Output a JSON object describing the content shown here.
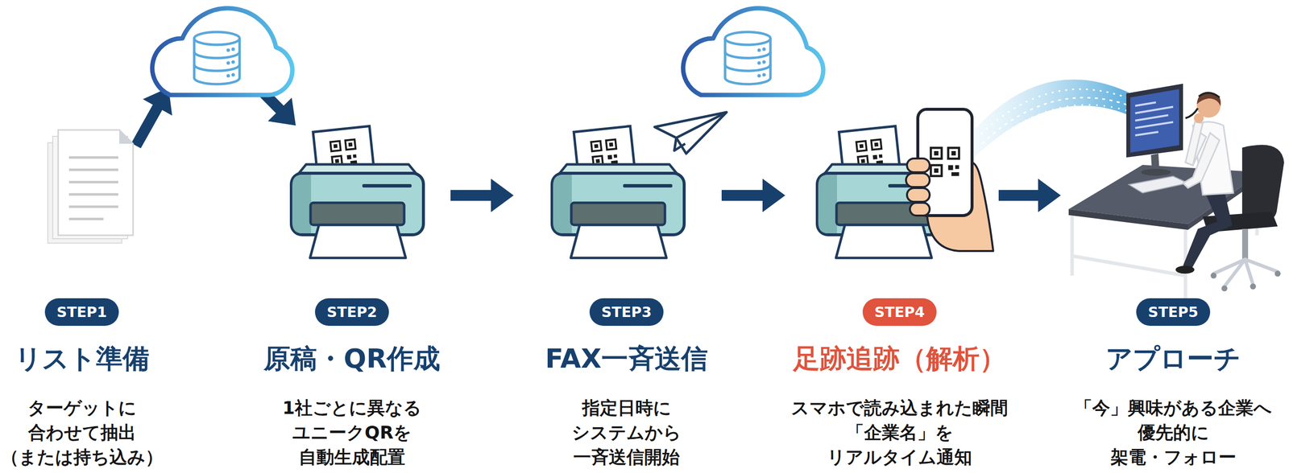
{
  "diagram": {
    "nodes": [
      {
        "text": [
          "STEP1",
          "リスト準備",
          "ターゲットに 合わせて抽出 （または持ち込み）"
        ]
      },
      {
        "text": [
          "STEP2",
          "原稿・QR作成",
          "1社ごとに異なる ユニークQRを 自動生成配置"
        ]
      },
      {
        "text": [
          "STEP3",
          "FAX一斉送信",
          "指定日時に システムから 一斉送信開始"
        ]
      },
      {
        "text": [
          "STEP4",
          "足跡追跡（解析）",
          "スマホで読み込まれた瞬間 「企業名」を リアルタイム通知"
        ]
      },
      {
        "text": [
          "STEP5",
          "アプローチ",
          "「今」興味がある企業へ 優先的に 架電・フォロー"
        ]
      }
    ],
    "edges": [
      {
        "from": 0,
        "to": 1,
        "arrow": "to"
      },
      {
        "from": 1,
        "to": 2,
        "arrow": "to"
      },
      {
        "from": 2,
        "to": 3,
        "arrow": "to"
      },
      {
        "from": 3,
        "to": 4,
        "arrow": "to"
      }
    ]
  }
}
